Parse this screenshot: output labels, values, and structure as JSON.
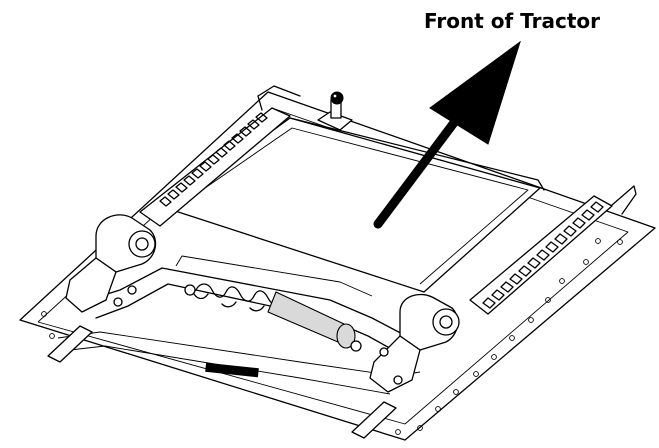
{
  "figure": {
    "direction_label": "Front of Tractor",
    "subject": "seat-suspension-base-assembly",
    "arrow_direction": "up-right",
    "colors": {
      "line": "#000000",
      "background": "#ffffff",
      "shade": "#d9d9d9"
    }
  }
}
